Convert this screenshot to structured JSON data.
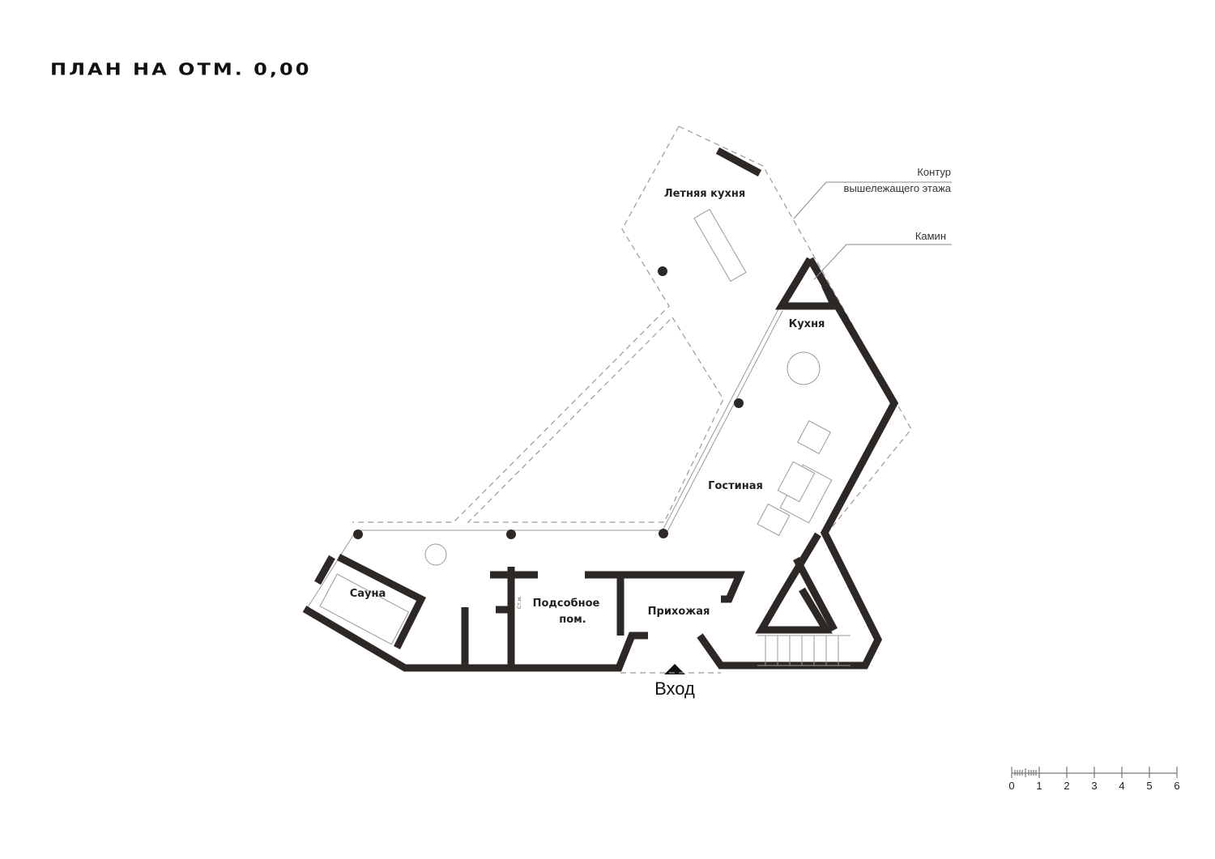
{
  "title": "ПЛАН НА ОТМ. 0,00",
  "rooms": {
    "summer_kitchen": "Летняя кухня",
    "kitchen": "Кухня",
    "living": "Гостиная",
    "sauna": "Сауна",
    "utility_1": "Подсобное",
    "utility_2": "пом.",
    "hall": "Прихожая",
    "storage": "Ст.м."
  },
  "annotations": {
    "contour_1": "Контур",
    "contour_2": "вышележащего этажа",
    "fireplace": "Камин"
  },
  "entry_label": "Вход",
  "scale": {
    "ticks": [
      "0",
      "1",
      "2",
      "3",
      "4",
      "5",
      "6"
    ],
    "unit": "m"
  }
}
